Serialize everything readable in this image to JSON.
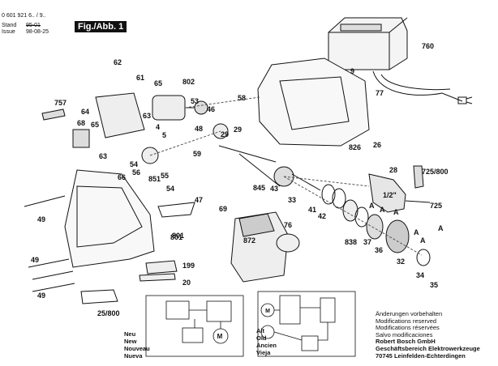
{
  "header": {
    "part_number": "0 601 921 6.. / 9..",
    "stand_label": "Stand",
    "stand_value": "95-01",
    "issue_label": "Issue",
    "issue_value": "98-08-25",
    "figure_label": "Fig./Abb. 1"
  },
  "part_labels": [
    "760",
    "9",
    "77",
    "62",
    "61",
    "65",
    "802",
    "53",
    "757",
    "64",
    "46",
    "58",
    "63",
    "65",
    "48",
    "4",
    "29",
    "68",
    "66",
    "5",
    "801",
    "826",
    "26",
    "28",
    "725/800",
    "63",
    "54",
    "56",
    "59",
    "851",
    "55",
    "54",
    "43",
    "33",
    "845",
    "47",
    "41",
    "42",
    "1/2\"",
    "725",
    "69",
    "49",
    "872",
    "76",
    "801",
    "838",
    "37",
    "36",
    "32",
    "199",
    "29",
    "34",
    "35",
    "20",
    "49",
    "49",
    "25/800",
    "A",
    "A",
    "A",
    "A",
    "A",
    "A"
  ],
  "legend_new": [
    "Neu",
    "New",
    "Nouveau",
    "Nueva"
  ],
  "legend_old": [
    "Alt",
    "Old",
    "Ancien",
    "Vieja"
  ],
  "note": {
    "lines": [
      "Änderungen vorbehalten",
      "Modifications reserved",
      "Modifications réservées",
      "Salvo modificaciones"
    ],
    "company": [
      "Robert Bosch GmbH",
      "Geschäftsbereich Elektrowerkzeuge",
      "70745 Leinfelden-Echterdingen"
    ]
  }
}
